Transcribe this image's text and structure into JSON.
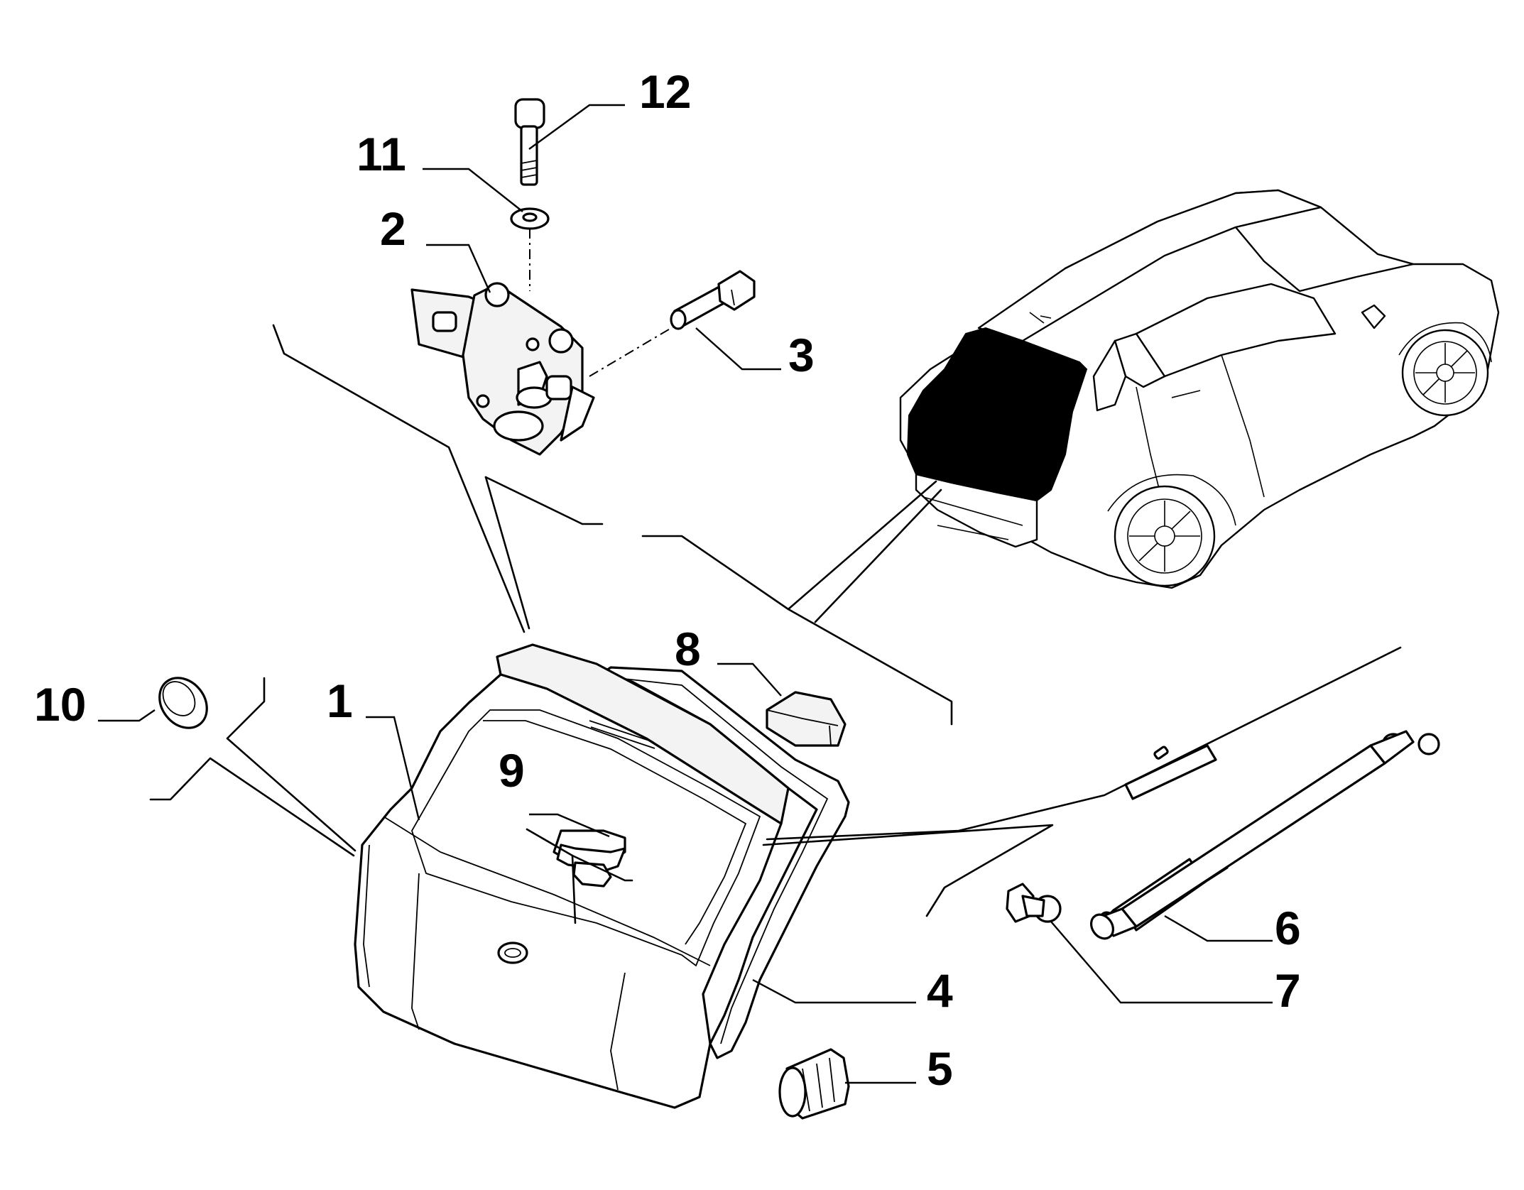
{
  "callouts": [
    {
      "id": "1",
      "label": "1"
    },
    {
      "id": "2",
      "label": "2"
    },
    {
      "id": "3",
      "label": "3"
    },
    {
      "id": "4",
      "label": "4"
    },
    {
      "id": "5",
      "label": "5"
    },
    {
      "id": "6",
      "label": "6"
    },
    {
      "id": "7",
      "label": "7"
    },
    {
      "id": "8",
      "label": "8"
    },
    {
      "id": "9",
      "label": "9"
    },
    {
      "id": "10",
      "label": "10"
    },
    {
      "id": "11",
      "label": "11"
    },
    {
      "id": "12",
      "label": "12"
    }
  ],
  "colors": {
    "line": "#000000",
    "background": "#ffffff",
    "highlight_window": "#000000"
  }
}
